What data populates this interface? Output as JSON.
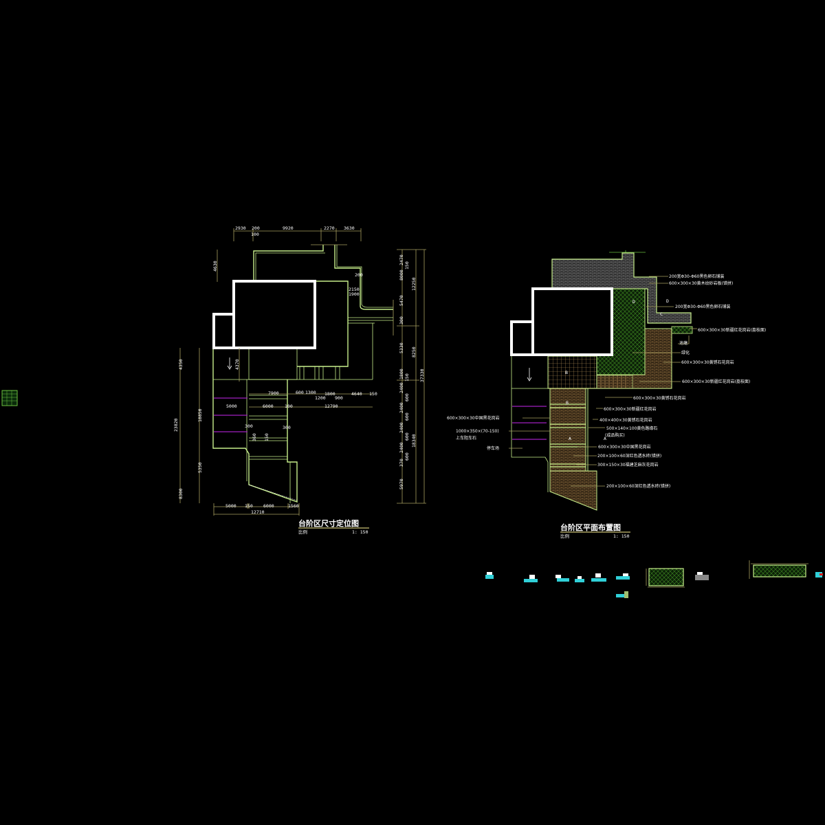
{
  "colors": {
    "background": "#000000",
    "outline": "#c8f08c",
    "dimension": "#a8a060",
    "building": "#ffffff",
    "ramp_marks": "#a020c0"
  },
  "left_plan": {
    "title": "台阶区尺寸定位图",
    "scale_label": "比例",
    "scale_value": "1: 150",
    "top_dims": [
      "2930",
      "200",
      "9920",
      "2270",
      "3630",
      "100"
    ],
    "right_dims": {
      "inner": [
        "2470",
        "8000",
        "5470",
        "300",
        "5330",
        "1800",
        "2400",
        "2400",
        "2400",
        "2400",
        "370",
        "5970"
      ],
      "steps": [
        "150",
        "150",
        "600",
        "600",
        "600",
        "600"
      ],
      "middle": [
        "12250",
        "8250",
        "18340"
      ],
      "total": "37330"
    },
    "left_dims": [
      "4630",
      "4370",
      "4350",
      "18850",
      "23820",
      "5350",
      "8300"
    ],
    "inner_dims": [
      "200",
      "2150",
      "1900",
      "7900",
      "600",
      "1300",
      "1200",
      "1800",
      "900",
      "4640",
      "150",
      "5000",
      "6000",
      "100",
      "12790",
      "300",
      "300",
      "360",
      "150"
    ],
    "bottom_dims": [
      "5000",
      "150",
      "6000",
      "1560",
      "12710"
    ]
  },
  "right_plan": {
    "title": "台阶区平面布置图",
    "scale_label": "比例",
    "scale_value": "1: 150",
    "markers": [
      "D",
      "C",
      "B",
      "A"
    ],
    "labels_right": [
      "200宽Φ30-Φ60黑色卵石铺装",
      "600×300×30黄木纹砂岩板(错拼)",
      "200宽Φ30-Φ60黑色卵石铺装",
      "600×300×30新疆红花岗岩(荔枝面)",
      "池塘",
      "绿化",
      "600×300×30黄锈石花岗岩",
      "600×300×30新疆红花岗岩(荔枝面)",
      "600×300×30黄锈石花岗岩",
      "600×300×30新疆红花岗岩",
      "400×400×30黄锈石花岗岩",
      "500×140×100黄色路缘石",
      "(成品购买)",
      "600×300×30中国黑花岗岩",
      "200×100×60深红色透水砖(错拼)",
      "300×150×30福建芝麻灰花岗岩",
      "200×100×60深红色透水砖(错拼)"
    ],
    "labels_left": [
      "600×300×30中国黑花岗岩",
      "1000×350×(70-150)",
      "上车阻车石",
      "停车场"
    ]
  }
}
